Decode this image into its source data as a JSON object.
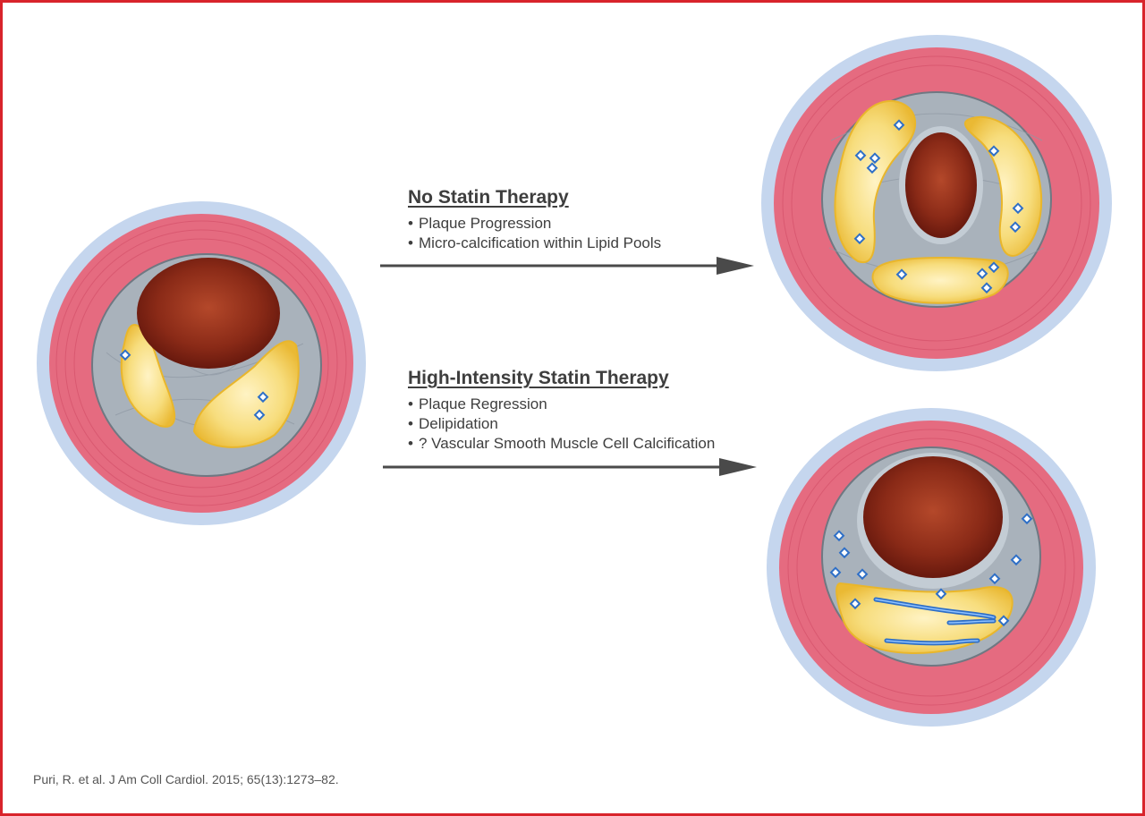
{
  "no_statin": {
    "heading": "No Statin Therapy",
    "bullets": [
      "Plaque Progression",
      "Micro-calcification within Lipid Pools"
    ]
  },
  "high_intensity": {
    "heading": "High-Intensity Statin Therapy",
    "bullets": [
      "Plaque Regression",
      "Delipidation",
      "? Vascular Smooth Muscle Cell Calcification"
    ]
  },
  "citation": "Puri, R. et al. J Am Coll Cardiol. 2015; 65(13):1273–82.",
  "colors": {
    "frame": "#d8242b",
    "adventitia": "#c5d6ee",
    "media": "#e56b80",
    "plaque_matrix": "#a9b2bb",
    "lipid": "#f4cf52",
    "lumen": "#7a1f12",
    "calcification": "#2e6fc7",
    "arrow": "#4a4a4a"
  }
}
